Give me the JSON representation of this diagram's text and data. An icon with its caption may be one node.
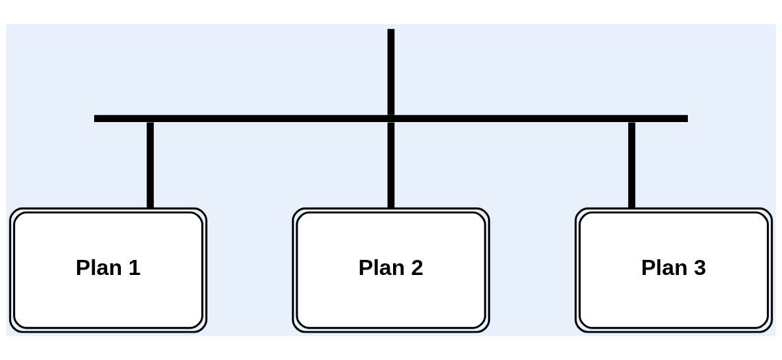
{
  "diagram": {
    "nodes": [
      {
        "text": [],
        "shape": "bar"
      },
      {
        "text": [
          "Plan 1"
        ]
      },
      {
        "text": [
          "Plan 2"
        ]
      },
      {
        "text": [
          "Plan 3"
        ]
      }
    ],
    "edges": [
      {
        "from": null,
        "to": 0,
        "arrow": "none"
      },
      {
        "from": 0,
        "to": 1,
        "arrow": "none"
      },
      {
        "from": 0,
        "to": 2,
        "arrow": "none"
      },
      {
        "from": 0,
        "to": 3,
        "arrow": "none"
      }
    ]
  }
}
